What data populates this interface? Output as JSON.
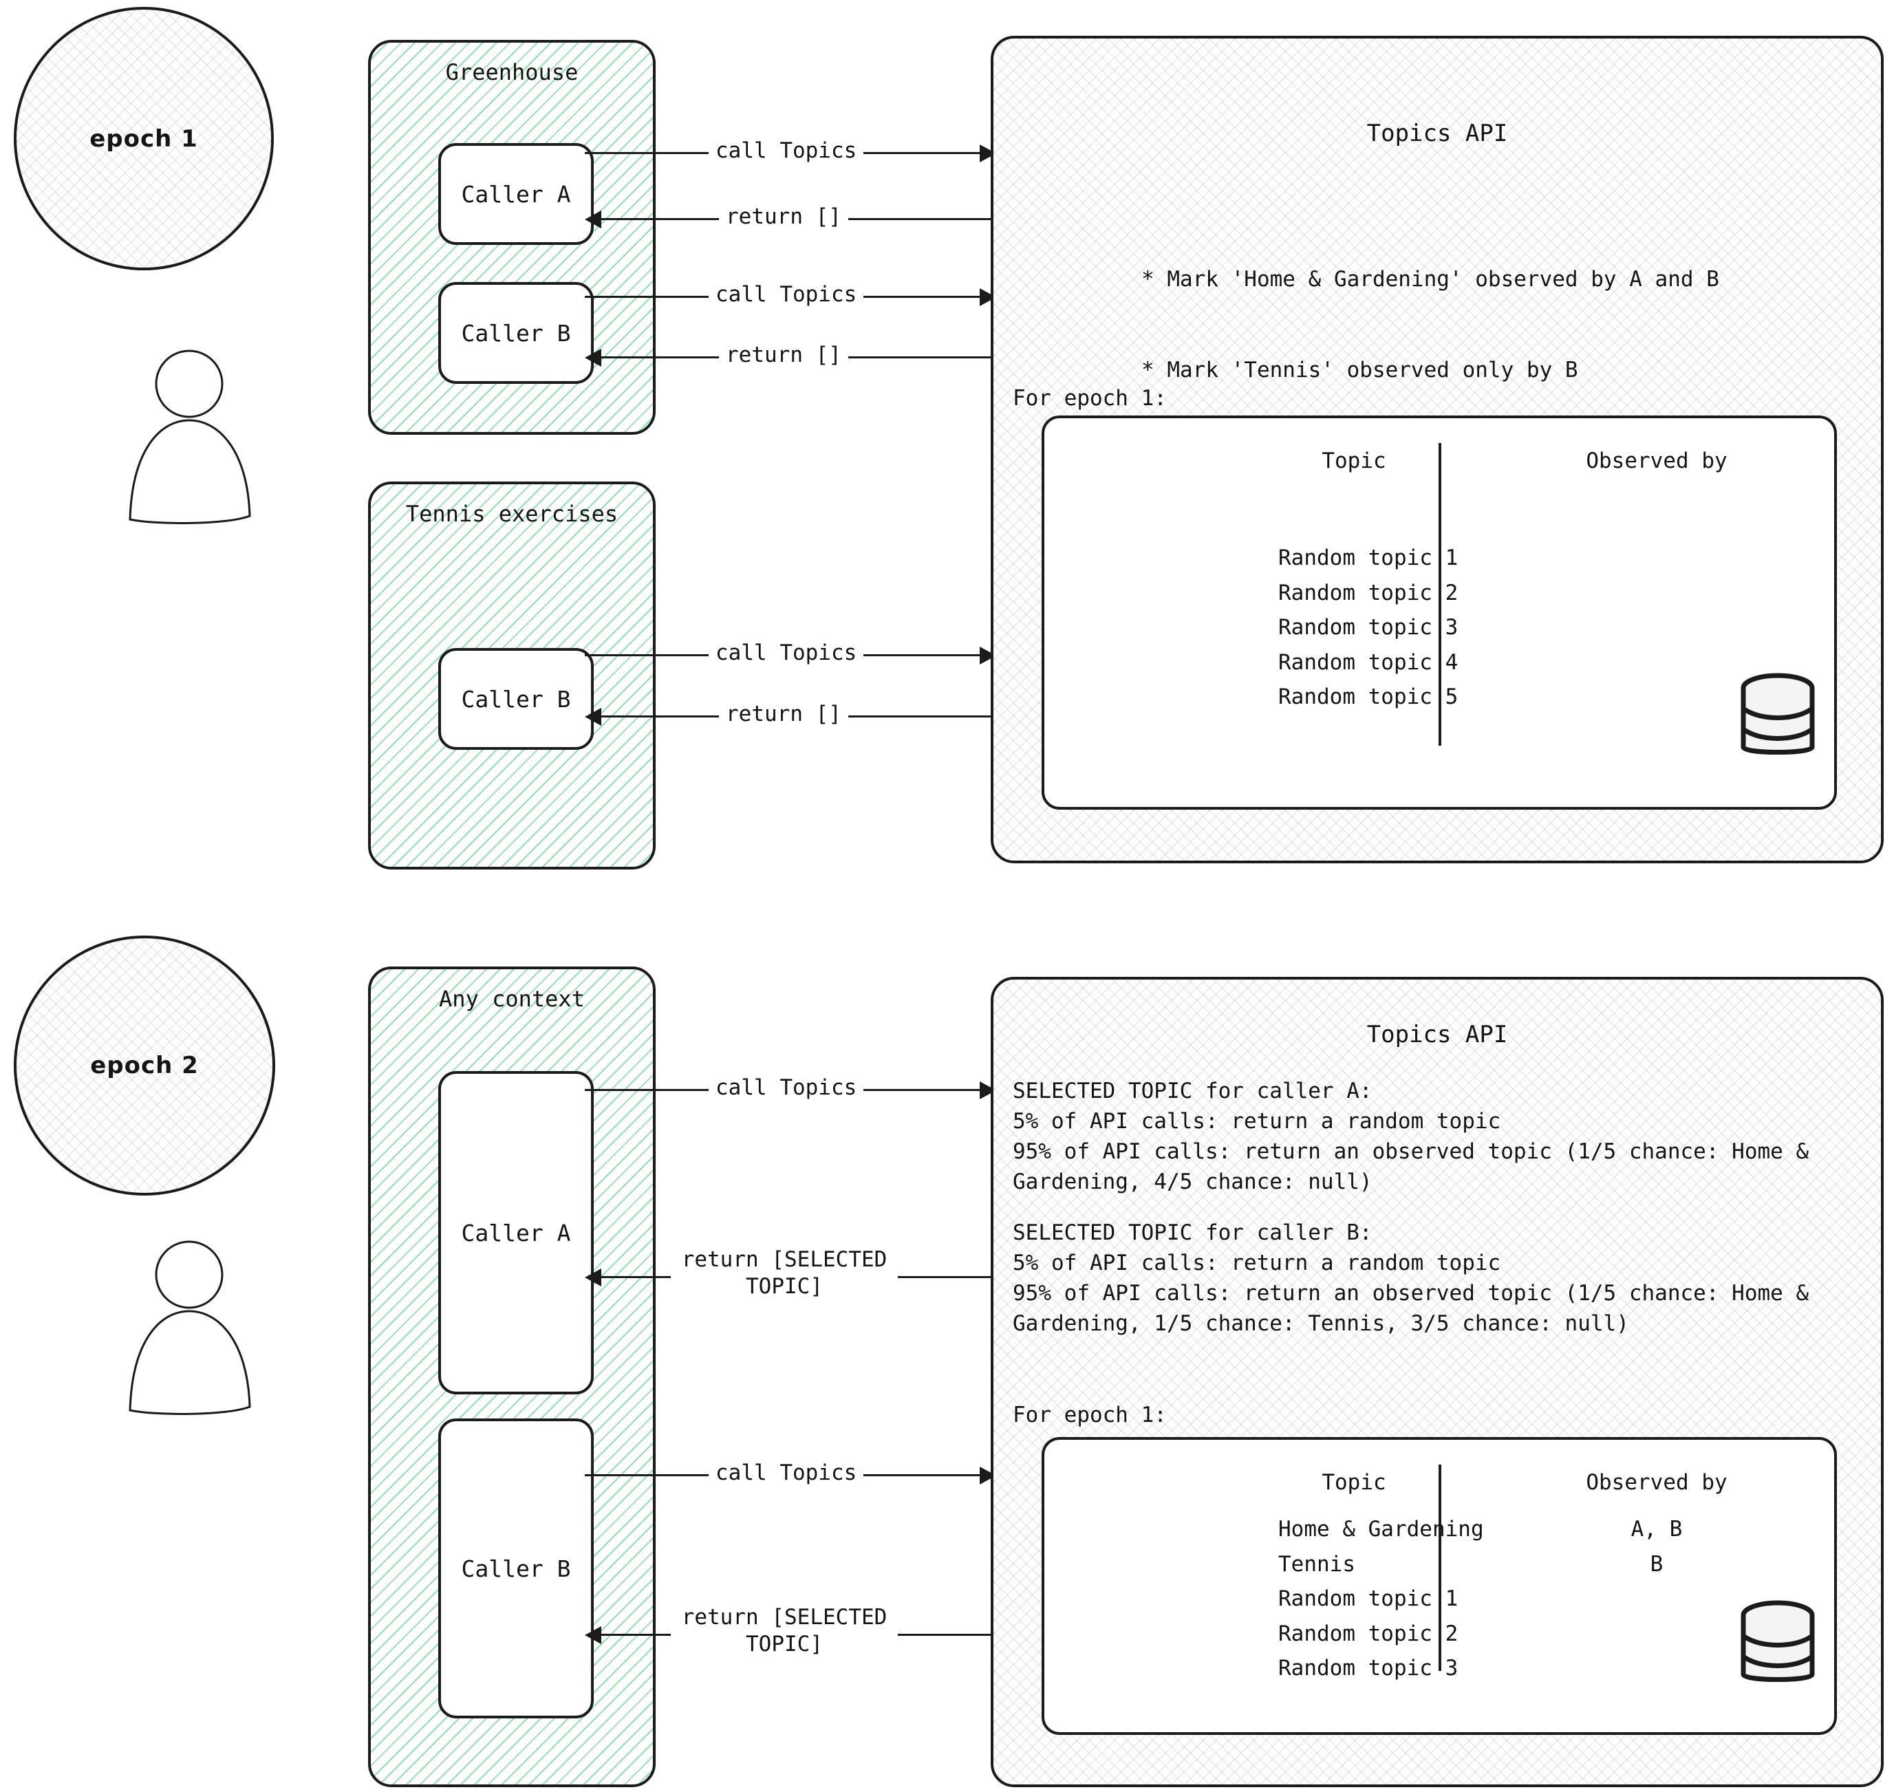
{
  "epochs": [
    {
      "id": "epoch-1",
      "circle_label": "epoch 1",
      "contexts": [
        {
          "title": "Greenhouse",
          "callers": [
            "Caller A",
            "Caller B"
          ]
        },
        {
          "title": "Tennis exercises",
          "callers": [
            "Caller B"
          ]
        }
      ],
      "arrows": [
        {
          "label": "call Topics",
          "direction": "right"
        },
        {
          "label": "return []",
          "direction": "left"
        },
        {
          "label": "call Topics",
          "direction": "right"
        },
        {
          "label": "return []",
          "direction": "left"
        },
        {
          "label": "call Topics",
          "direction": "right"
        },
        {
          "label": "return []",
          "direction": "left"
        }
      ],
      "api": {
        "title": "Topics API",
        "bullets": [
          "* Mark 'Home & Gardening' observed by A and B",
          "* Mark 'Tennis' observed only by B"
        ],
        "for_epoch_label": "For epoch 1:",
        "table": {
          "columns": [
            "Topic",
            "Observed by"
          ],
          "rows": [
            {
              "topic": "Random topic 1",
              "observed_by": ""
            },
            {
              "topic": "Random topic 2",
              "observed_by": ""
            },
            {
              "topic": "Random topic 3",
              "observed_by": ""
            },
            {
              "topic": "Random topic 4",
              "observed_by": ""
            },
            {
              "topic": "Random topic 5",
              "observed_by": ""
            }
          ],
          "topics_text": "Random topic 1\nRandom topic 2\nRandom topic 3\nRandom topic 4\nRandom topic 5",
          "observed_text": ""
        },
        "storage_icon": "database-cylinder-icon"
      }
    },
    {
      "id": "epoch-2",
      "circle_label": "epoch 2",
      "contexts": [
        {
          "title": "Any context",
          "callers": [
            "Caller A",
            "Caller B"
          ]
        }
      ],
      "arrows": [
        {
          "label": "call Topics",
          "direction": "right"
        },
        {
          "label": "return [SELECTED\nTOPIC]",
          "direction": "left"
        },
        {
          "label": "call Topics",
          "direction": "right"
        },
        {
          "label": "return [SELECTED\nTOPIC]",
          "direction": "left"
        }
      ],
      "api": {
        "title": "Topics API",
        "paragraphs": [
          "SELECTED TOPIC for caller A:",
          "5% of API calls: return a random topic",
          "95% of API calls: return an observed topic (1/5 chance: Home & Gardening, 4/5 chance: null)",
          "",
          "SELECTED TOPIC for caller B:",
          "5% of API calls: return a random topic",
          "95% of API calls: return an observed topic (1/5 chance: Home & Gardening, 1/5 chance: Tennis,  3/5 chance: null)"
        ],
        "for_epoch_label": "For epoch 1:",
        "table": {
          "columns": [
            "Topic",
            "Observed by"
          ],
          "rows": [
            {
              "topic": "Home & Gardening",
              "observed_by": "A, B"
            },
            {
              "topic": "Tennis",
              "observed_by": "B"
            },
            {
              "topic": "Random topic 1",
              "observed_by": ""
            },
            {
              "topic": "Random topic 2",
              "observed_by": ""
            },
            {
              "topic": "Random topic 3",
              "observed_by": ""
            }
          ],
          "topics_text": "Home & Gardening\nTennis\nRandom topic 1\nRandom topic 2\nRandom topic 3",
          "observed_text": "A, B\nB"
        },
        "storage_icon": "database-cylinder-icon"
      }
    }
  ],
  "actor_icon": "user-person-icon",
  "colors": {
    "stroke": "#1b1b1b",
    "context_hatch_green": "#3cc86e",
    "api_hatch_gray": "#7882 96",
    "background": "#ffffff"
  }
}
